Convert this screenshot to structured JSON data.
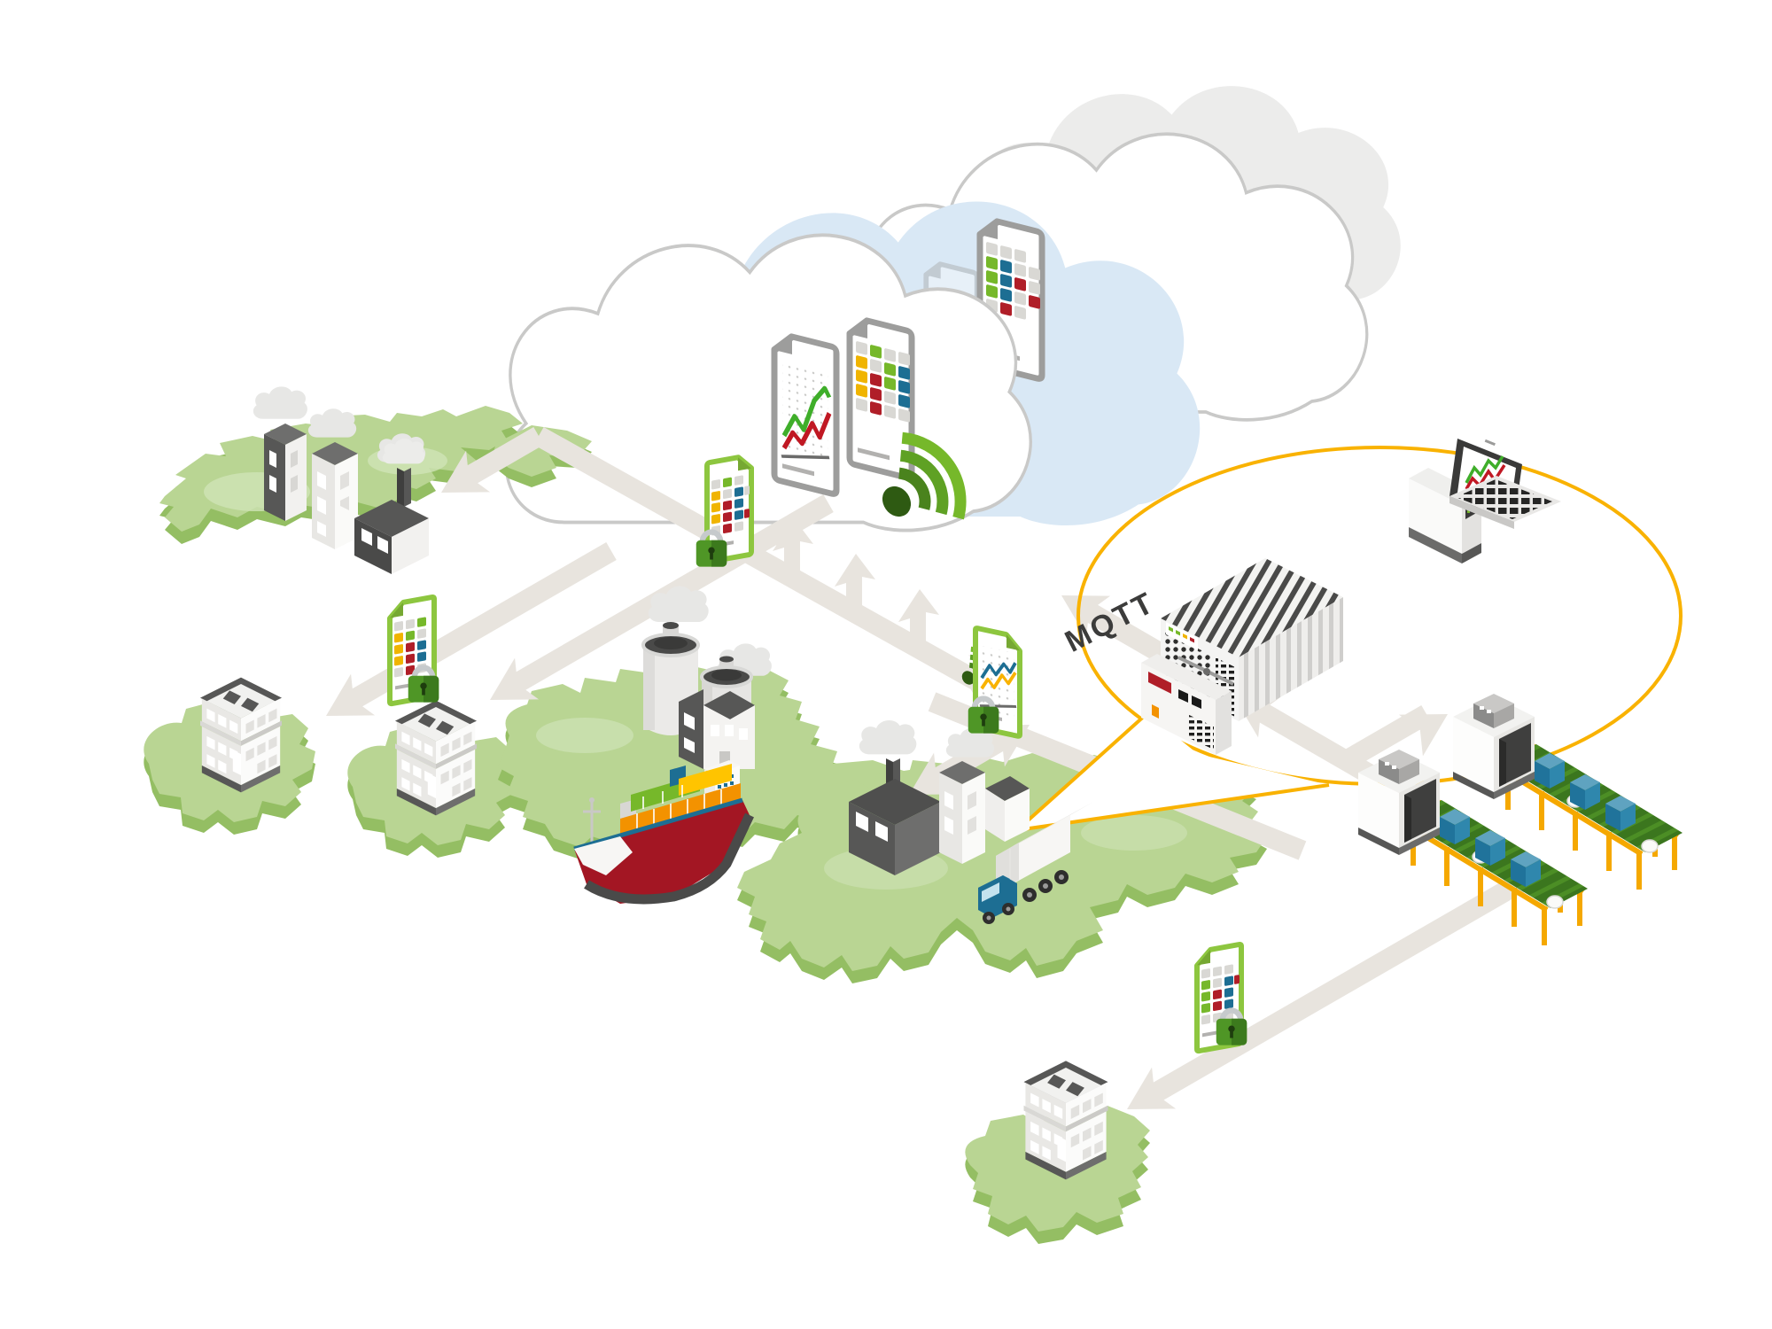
{
  "diagram": {
    "labels": {
      "protocol": "MQTT"
    },
    "colors": {
      "accent_yellow": "#F9B200",
      "green_bright": "#76B82A",
      "green_mid": "#5FA124",
      "green_deep": "#2E5A12",
      "doc_border_green": "#8DC63F",
      "doc_border_gray": "#9D9D9C",
      "chart_green": "#3FAE2A",
      "chart_red": "#C01823",
      "square_teal": "#1D6E93",
      "square_red": "#B01E28",
      "square_yellow": "#F0B400",
      "square_gray": "#D9D8D4",
      "dark_gray": "#575756",
      "text_dark": "#3C3C3B",
      "road_gray": "#E8E4DE",
      "land_top": "#B9D593",
      "land_side": "#94BE63",
      "land_patch": "#CFE3B6",
      "cloud_blue": "#D9E8F5",
      "cloud_gray": "#ECECEB",
      "cloud_outline": "#C9C9C8",
      "belt_green": "#3B761E",
      "conveyor_yellow": "#F5A800",
      "box_teal": "#2F87AD",
      "ship_hull_red": "#A31623",
      "container_orange": "#F39200",
      "truck_cab_teal": "#1D6E93"
    },
    "elements": [
      {
        "name": "cloud-platform",
        "desc": "white outlined clouds with blue and gray clouds holding data documents"
      },
      {
        "name": "document-chart-icon",
        "desc": "gray document with red/green line chart"
      },
      {
        "name": "document-grid-icon",
        "desc": "gray document with colored data grid"
      },
      {
        "name": "wifi-icon",
        "desc": "green wireless signal"
      },
      {
        "name": "secure-document-grid-icon",
        "desc": "green document with colored data grid and padlock"
      },
      {
        "name": "secure-document-chart-icon",
        "desc": "green document with line chart, wifi and padlock"
      },
      {
        "name": "lock-icon",
        "desc": "green padlock"
      },
      {
        "name": "mqtt-arrow",
        "desc": "arrow from broker to cloud labeled MQTT"
      },
      {
        "name": "server-icon",
        "desc": "industrial IoT edge gateway with cooling fins"
      },
      {
        "name": "speech-bubble",
        "desc": "yellow ellipse callout from factory around edge devices"
      },
      {
        "name": "laptop-icon",
        "desc": "laptop with chart and desktop tower"
      },
      {
        "name": "conveyor-machine-icon",
        "desc": "two production machines with conveyor belts and boxes"
      },
      {
        "name": "factory-icon",
        "desc": "factory buildings with chimneys and smoke"
      },
      {
        "name": "silo-icon",
        "desc": "process plant with two silos"
      },
      {
        "name": "office-building-icon",
        "desc": "isometric office buildings on green islands"
      },
      {
        "name": "container-ship-icon",
        "desc": "cargo ship with colored containers"
      },
      {
        "name": "truck-icon",
        "desc": "semi truck with blue cab and white trailer"
      },
      {
        "name": "island",
        "desc": "green isometric landmasses"
      },
      {
        "name": "arrow-path",
        "desc": "light gray data flow roads with arrowheads"
      }
    ]
  }
}
